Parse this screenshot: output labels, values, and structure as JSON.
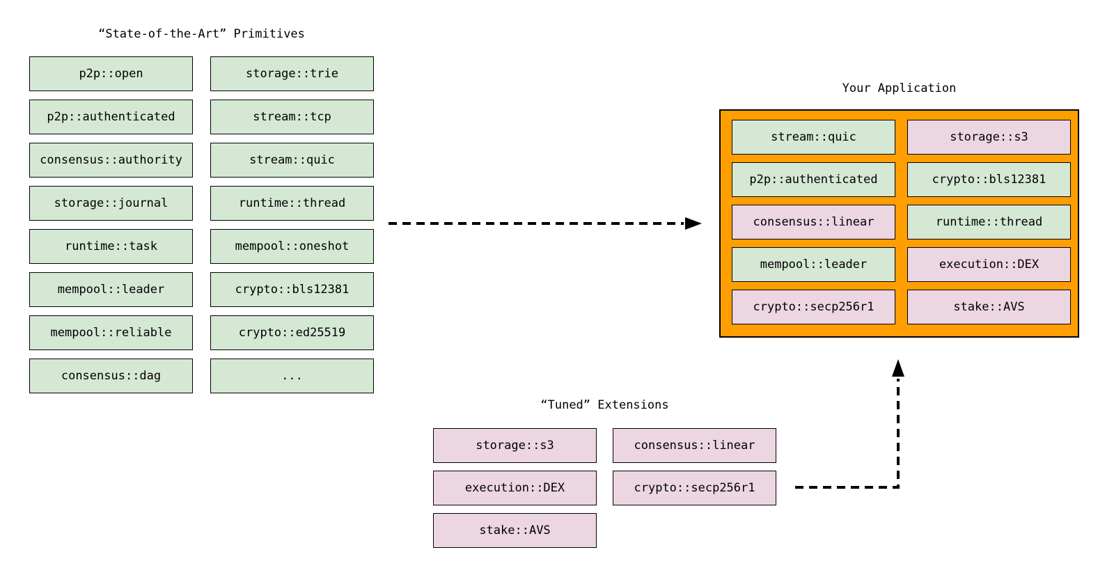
{
  "colors": {
    "green_fill": "#d5e8d4",
    "pink_fill": "#ecd6e2",
    "orange_fill": "#ff9e01",
    "box_border": "#000000",
    "arrow": "#000000",
    "text": "#000000",
    "background": "#ffffff"
  },
  "primitives": {
    "title": "“State-of-the-Art” Primitives",
    "columns": [
      {
        "items": [
          {
            "label": "p2p::open",
            "variant": "green"
          },
          {
            "label": "p2p::authenticated",
            "variant": "green"
          },
          {
            "label": "consensus::authority",
            "variant": "green"
          },
          {
            "label": "storage::journal",
            "variant": "green"
          },
          {
            "label": "runtime::task",
            "variant": "green"
          },
          {
            "label": "mempool::leader",
            "variant": "green"
          },
          {
            "label": "mempool::reliable",
            "variant": "green"
          },
          {
            "label": "consensus::dag",
            "variant": "green"
          }
        ]
      },
      {
        "items": [
          {
            "label": "storage::trie",
            "variant": "green"
          },
          {
            "label": "stream::tcp",
            "variant": "green"
          },
          {
            "label": "stream::quic",
            "variant": "green"
          },
          {
            "label": "runtime::thread",
            "variant": "green"
          },
          {
            "label": "mempool::oneshot",
            "variant": "green"
          },
          {
            "label": "crypto::bls12381",
            "variant": "green"
          },
          {
            "label": "crypto::ed25519",
            "variant": "green"
          },
          {
            "label": "...",
            "variant": "green"
          }
        ]
      }
    ]
  },
  "application": {
    "title": "Your Application",
    "columns": [
      {
        "items": [
          {
            "label": "stream::quic",
            "variant": "green"
          },
          {
            "label": "p2p::authenticated",
            "variant": "green"
          },
          {
            "label": "consensus::linear",
            "variant": "pink"
          },
          {
            "label": "mempool::leader",
            "variant": "green"
          },
          {
            "label": "crypto::secp256r1",
            "variant": "pink"
          }
        ]
      },
      {
        "items": [
          {
            "label": "storage::s3",
            "variant": "pink"
          },
          {
            "label": "crypto::bls12381",
            "variant": "green"
          },
          {
            "label": "runtime::thread",
            "variant": "green"
          },
          {
            "label": "execution::DEX",
            "variant": "pink"
          },
          {
            "label": "stake::AVS",
            "variant": "pink"
          }
        ]
      }
    ]
  },
  "extensions": {
    "title": "“Tuned” Extensions",
    "columns": [
      {
        "items": [
          {
            "label": "storage::s3",
            "variant": "pink"
          },
          {
            "label": "execution::DEX",
            "variant": "pink"
          },
          {
            "label": "stake::AVS",
            "variant": "pink"
          }
        ]
      },
      {
        "items": [
          {
            "label": "consensus::linear",
            "variant": "pink"
          },
          {
            "label": "crypto::secp256r1",
            "variant": "pink"
          }
        ]
      }
    ]
  },
  "arrows": [
    {
      "name": "primitives-to-application",
      "style": "dashed",
      "direction": "right"
    },
    {
      "name": "extensions-to-application",
      "style": "dashed",
      "direction": "right-then-up"
    }
  ]
}
